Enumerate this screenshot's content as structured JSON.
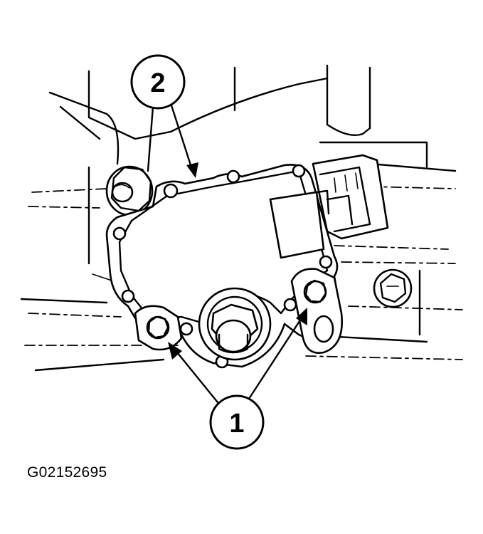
{
  "figure": {
    "figure_id": "G02152695",
    "callouts": [
      {
        "label": "1"
      },
      {
        "label": "2"
      }
    ]
  }
}
